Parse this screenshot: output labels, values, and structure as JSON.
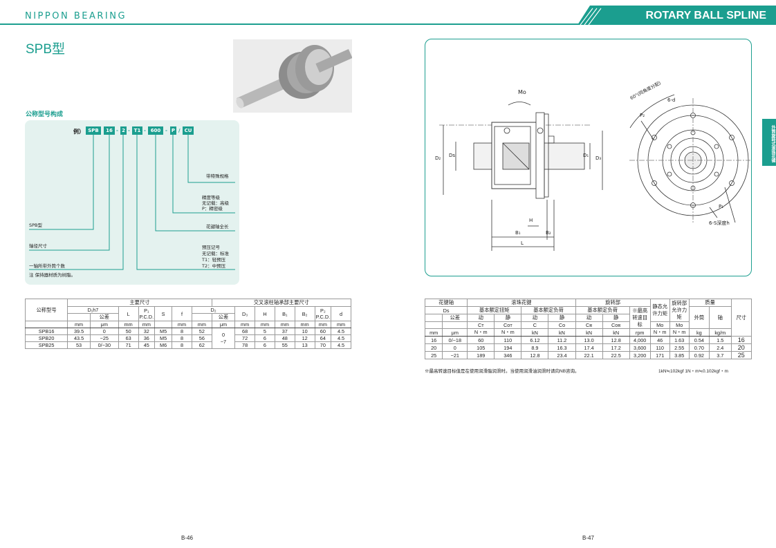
{
  "header": {
    "brand": "NIPPON BEARING",
    "banner_title": "ROTARY BALL SPLINE",
    "brand_color": "#1b9e8f"
  },
  "page": {
    "title": "SPB型",
    "model_structure_title": "公称型号构成",
    "side_tab": "外筒旋转式滚珠花键"
  },
  "code": {
    "example": "例）",
    "parts": [
      "SPB",
      "16",
      "2",
      "T1",
      "600",
      "P",
      "CU"
    ],
    "separators": [
      "-",
      "-",
      "-",
      "-",
      "/"
    ],
    "labels": {
      "special": "带特殊规格",
      "accuracy": "精度等级",
      "accuracy_none": "无记载：高级",
      "accuracy_p": "P：精密级",
      "total_length": "花键轴全长",
      "preload": "预压记号",
      "preload_none": "无记载：标准",
      "preload_t1": "T1：轻预压",
      "preload_t2": "T2：中预压",
      "type": "SPB型",
      "diameter": "轴径尺寸",
      "count": "一轴所带外筒个数",
      "note": "注  保持器材质为树脂。"
    }
  },
  "table_left": {
    "group_main": "主要尺寸",
    "group_cross": "交叉滚柱轴承部主要尺寸",
    "col_model": "公称型号",
    "cols": [
      "D₁h7",
      "L",
      "P₁ P.C.D.",
      "S",
      "f",
      "D₂",
      "D₃",
      "H",
      "B₁",
      "B₂",
      "P₂ P.C.D.",
      "d"
    ],
    "tol_label": "公差",
    "units": [
      "mm",
      "μm",
      "mm",
      "mm",
      "",
      "mm",
      "mm",
      "μm",
      "mm",
      "mm",
      "mm",
      "mm",
      "mm",
      "mm"
    ],
    "rows": [
      [
        "SPB16",
        "39.5",
        "0",
        "50",
        "32",
        "M5",
        "8",
        "52",
        "0",
        "68",
        "5",
        "37",
        "10",
        "60",
        "4.5"
      ],
      [
        "SPB20",
        "43.5",
        "−25",
        "63",
        "36",
        "M5",
        "8",
        "56",
        "−7",
        "72",
        "6",
        "48",
        "12",
        "64",
        "4.5"
      ],
      [
        "SPB25",
        "53",
        "0/−30",
        "71",
        "45",
        "M6",
        "8",
        "62",
        "",
        "78",
        "6",
        "55",
        "13",
        "70",
        "4.5"
      ]
    ]
  },
  "table_right": {
    "h_shaft": "花键轴",
    "h_ds": "Ds",
    "h_tol": "公差",
    "h_ball": "滚珠花键",
    "h_torque": "基本额定扭矩",
    "h_load": "基本额定负荷",
    "h_rot": "旋转部",
    "h_rot_load": "基本额定负荷",
    "h_speed": "※最高转速目标",
    "h_static": "静态允许力矩",
    "h_rot_part": "旋转部允许力矩",
    "h_mass": "质量",
    "h_outer": "外筒",
    "h_shaft2": "轴",
    "h_size": "尺寸",
    "sub": [
      "动",
      "静",
      "动",
      "静",
      "动",
      "静"
    ],
    "syms": [
      "Cᴛ",
      "Cᴏᴛ",
      "C",
      "Cᴏ",
      "Cʀ",
      "Cᴏʀ",
      "",
      "Mᴏ",
      "Mᴏ"
    ],
    "units": [
      "mm",
      "μm",
      "N・m",
      "N・m",
      "kN",
      "kN",
      "kN",
      "kN",
      "rpm",
      "N・m",
      "N・m",
      "kg",
      "kg/m"
    ],
    "rows": [
      [
        "16",
        "0/−18",
        "60",
        "110",
        "6.12",
        "11.2",
        "13.0",
        "12.8",
        "4,000",
        "46",
        "1.63",
        "0.54",
        "1.5",
        "16"
      ],
      [
        "20",
        "0",
        "105",
        "194",
        "8.9",
        "16.3",
        "17.4",
        "17.2",
        "3,600",
        "110",
        "2.55",
        "0.70",
        "2.4",
        "20"
      ],
      [
        "25",
        "−21",
        "189",
        "346",
        "12.8",
        "23.4",
        "22.1",
        "22.5",
        "3,200",
        "171",
        "3.85",
        "0.92",
        "3.7",
        "25"
      ]
    ],
    "note": "※最高转速目标值是在使用润滑脂润滑时。当使用润滑油润滑时请向NB咨询。",
    "conv": "1kN≒102kgf  1N・m≒0.102kgf・m"
  },
  "diagram": {
    "mo": "Mo",
    "d2": "D₂",
    "ds": "Ds",
    "d1": "D₁",
    "d3": "D₃",
    "h": "H",
    "b1": "B₁",
    "b2": "B₂",
    "l": "L",
    "angle": "60°(同角度分配)",
    "six_d": "6-d",
    "p2": "P₂",
    "p1": "P₁",
    "six_s": "6-S深度h"
  },
  "footer": {
    "page_left": "B-46",
    "page_right": "B-47"
  }
}
